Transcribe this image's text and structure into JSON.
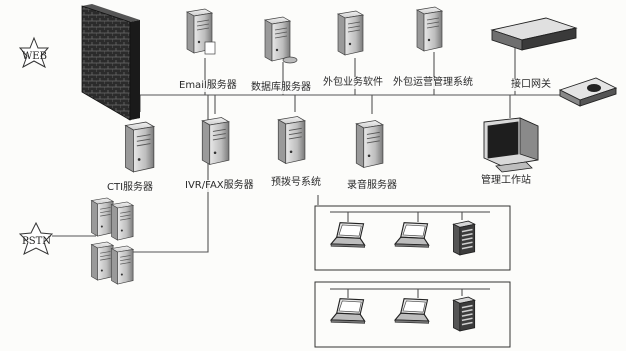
{
  "clouds": {
    "web": "WEB",
    "pstn": "PSTN"
  },
  "labels": {
    "email_server": "Email服务器",
    "database_server": "数据库服务器",
    "outsourced_software": "外包业务软件",
    "outsourced_ops": "外包运营管理系统",
    "interface_gateway": "接口网关",
    "cti_server": "CTI服务器",
    "ivr_fax_server": "IVR/FAX服务器",
    "predictive_dialer": "预拨号系统",
    "recording_server": "录音服务器",
    "management_workstation": "管理工作站"
  }
}
